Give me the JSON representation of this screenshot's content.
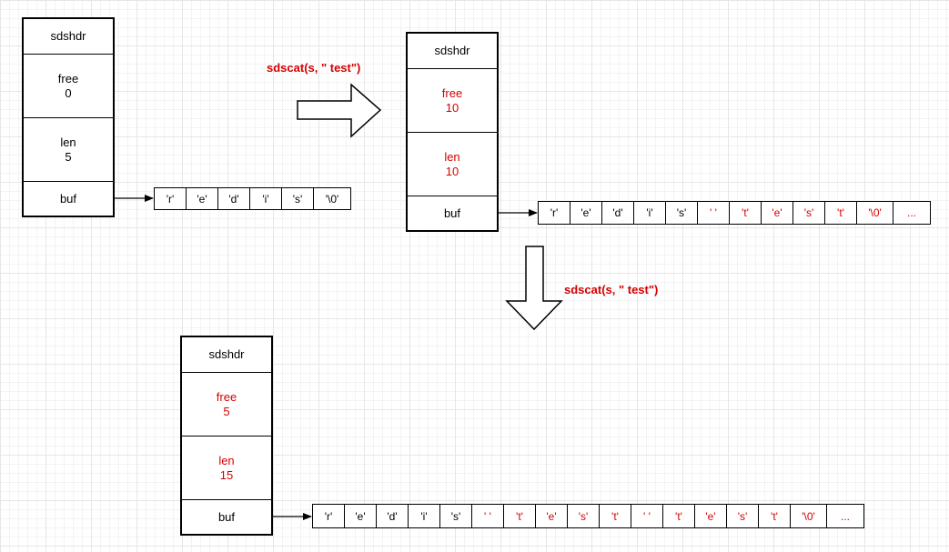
{
  "header_label": "sdshdr",
  "free_label": "free",
  "len_label": "len",
  "buf_label": "buf",
  "operation": "sdscat(s, \" test\")",
  "colors": {
    "changed": "#d40000",
    "normal": "#000000"
  },
  "states": [
    {
      "free": "0",
      "len": "5",
      "buf": [
        "'r'",
        "'e'",
        "'d'",
        "'i'",
        "'s'",
        "'\\0'"
      ],
      "buf_highlight_from": 99
    },
    {
      "free": "10",
      "len": "10",
      "buf": [
        "'r'",
        "'e'",
        "'d'",
        "'i'",
        "'s'",
        "' '",
        "'t'",
        "'e'",
        "'s'",
        "'t'",
        "'\\0'",
        "..."
      ],
      "buf_highlight_from": 5
    },
    {
      "free": "5",
      "len": "15",
      "buf": [
        "'r'",
        "'e'",
        "'d'",
        "'i'",
        "'s'",
        "' '",
        "'t'",
        "'e'",
        "'s'",
        "'t'",
        "' '",
        "'t'",
        "'e'",
        "'s'",
        "'t'",
        "'\\0'",
        "..."
      ],
      "buf_highlight_from": 5
    }
  ]
}
